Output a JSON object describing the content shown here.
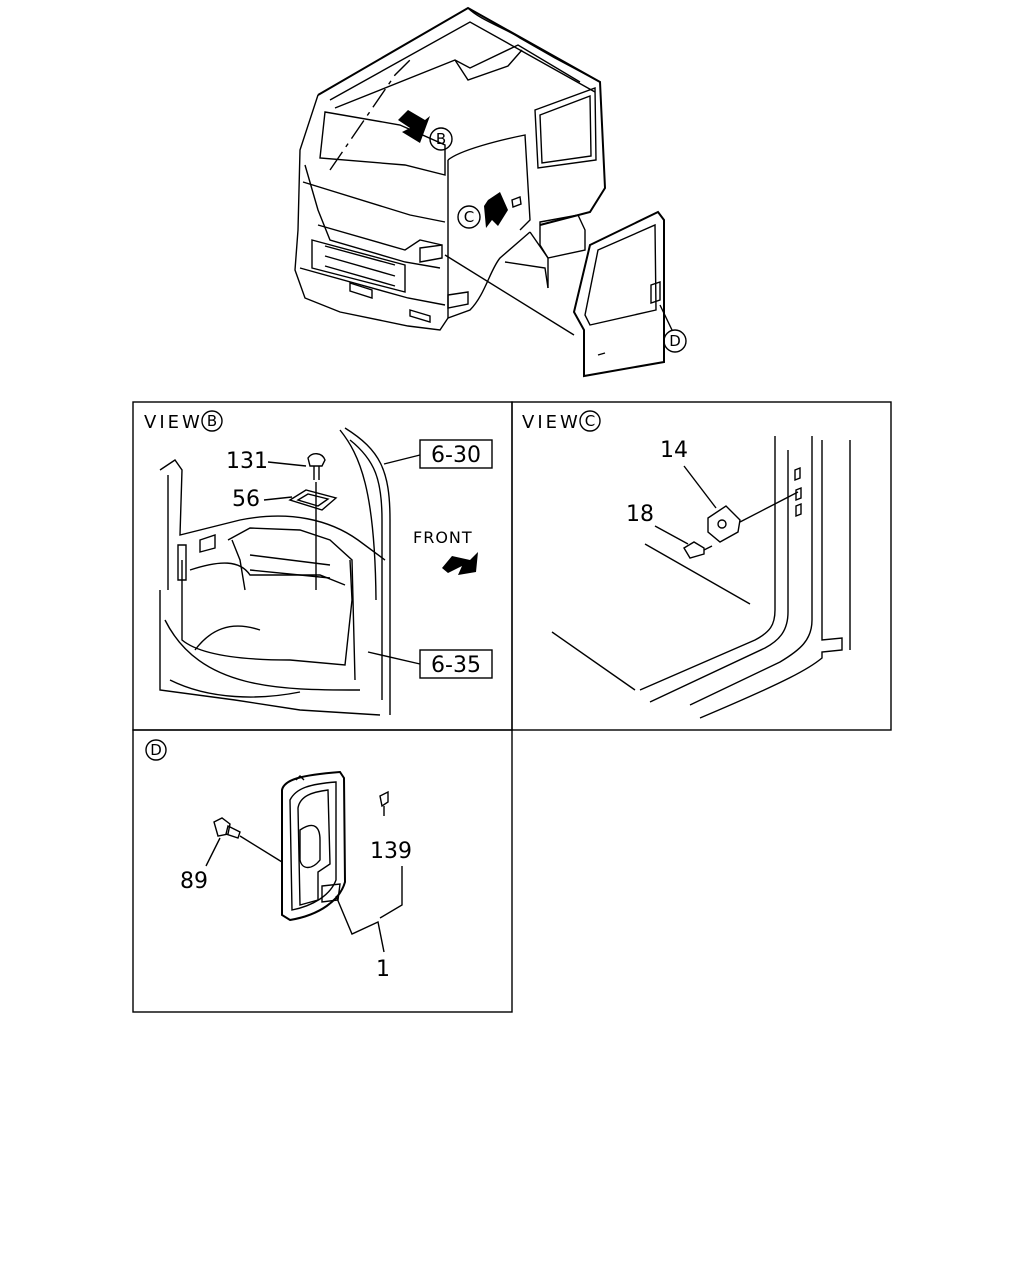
{
  "overview": {
    "callout_b": "B",
    "callout_c": "C",
    "callout_d": "D"
  },
  "view_b": {
    "prefix": "VIEW",
    "letter": "B",
    "front_label": "FRONT",
    "ref_upper": "6-30",
    "ref_lower": "6-35",
    "part_screw": "131",
    "part_bracket": "56"
  },
  "view_c": {
    "prefix": "VIEW",
    "letter": "C",
    "part_striker": "14",
    "part_screw": "18"
  },
  "view_d": {
    "letter": "D",
    "part_bolt": "89",
    "part_clip": "139",
    "part_handle": "1"
  },
  "icons": {
    "callout": "circled-letter-icon",
    "arrow": "filled-arrow-icon"
  }
}
